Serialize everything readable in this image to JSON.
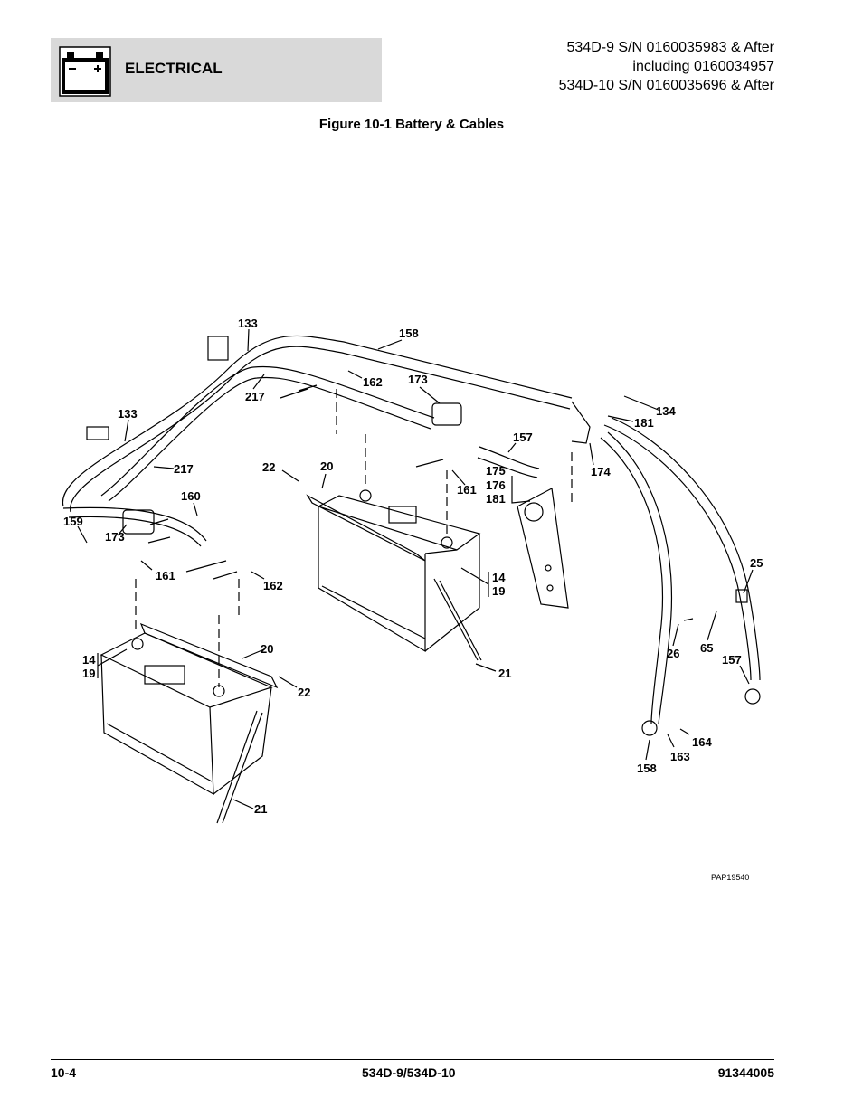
{
  "header": {
    "section": "ELECTRICAL",
    "serial_lines": [
      "534D-9 S/N 0160035983 & After",
      "including 0160034957",
      "534D-10 S/N 0160035696 & After"
    ]
  },
  "figure": {
    "title": "Figure 10-1 Battery & Cables",
    "code": "PAP19540",
    "callouts": {
      "c133a": "133",
      "c158a": "158",
      "c162a": "162",
      "c173a": "173",
      "c217a": "217",
      "c134": "134",
      "c181a": "181",
      "c133b": "133",
      "c157a": "157",
      "c174": "174",
      "c22a": "22",
      "c20a": "20",
      "c217b": "217",
      "c175": "175",
      "c176": "176",
      "c181b": "181",
      "c161a": "161",
      "c160": "160",
      "c159": "159",
      "c173b": "173",
      "c161b": "161",
      "c162b": "162",
      "c14a": "14",
      "c19a": "19",
      "c25": "25",
      "c26": "26",
      "c65": "65",
      "c157b": "157",
      "c20b": "20",
      "c14b": "14",
      "c19b": "19",
      "c22b": "22",
      "c21a": "21",
      "c164": "164",
      "c163": "163",
      "c158b": "158",
      "c21b": "21"
    }
  },
  "footer": {
    "page": "10-4",
    "model": "534D-9/534D-10",
    "doc_number": "91344005"
  }
}
